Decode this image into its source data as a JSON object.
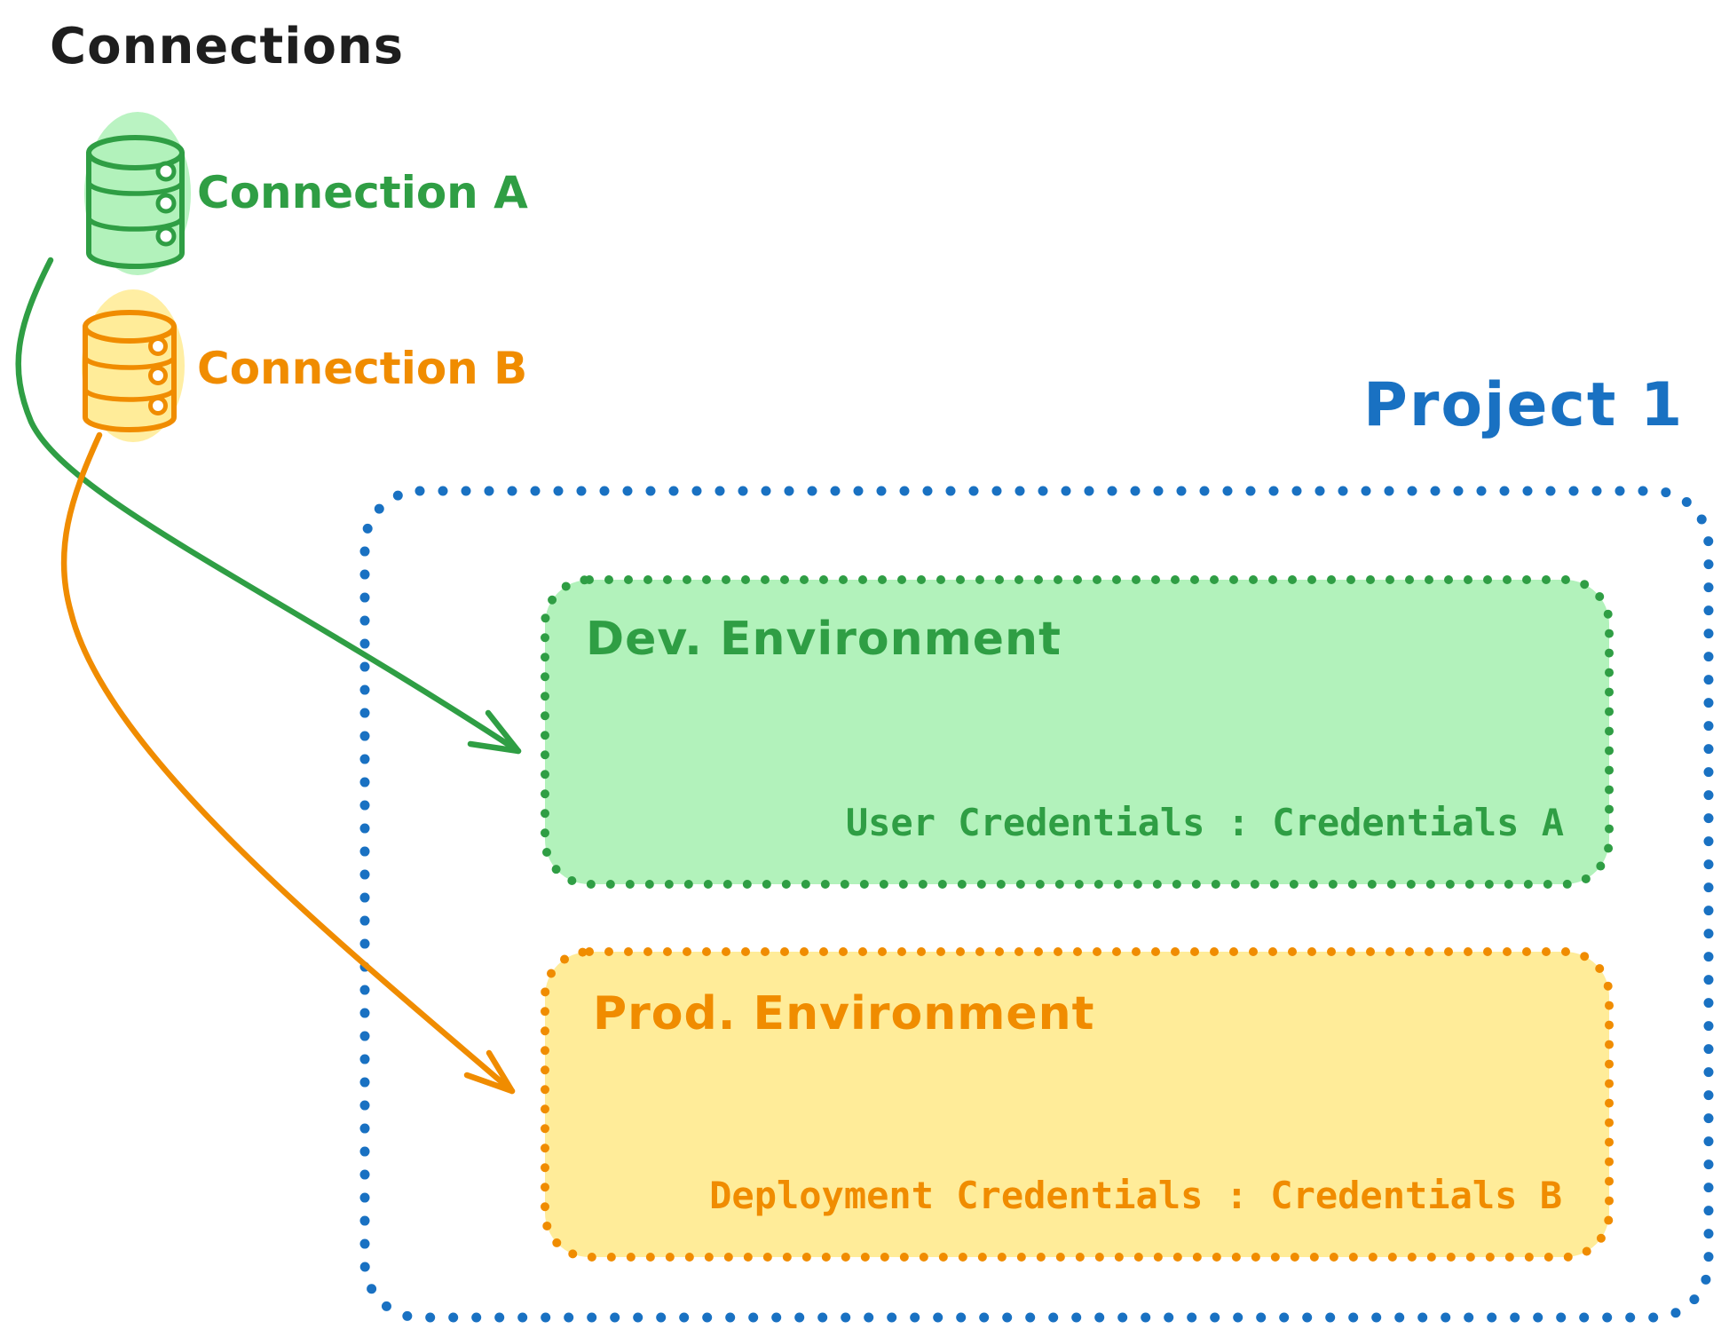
{
  "title": "Connections",
  "colors": {
    "green_stroke": "#2f9e44",
    "green_fill": "#b2f2bb",
    "orange_stroke": "#f08c00",
    "orange_fill": "#ffec99",
    "blue_stroke": "#1971c2",
    "black_text": "#1e1e1e"
  },
  "connections": [
    {
      "label": "Connection A",
      "icon": "database-icon",
      "color": "#2f9e44"
    },
    {
      "label": "Connection B",
      "icon": "database-icon",
      "color": "#f08c00"
    }
  ],
  "project": {
    "label": "Project 1",
    "environments": [
      {
        "name": "Dev. Environment",
        "credentials": "User Credentials : Credentials A",
        "color": "#2f9e44"
      },
      {
        "name": "Prod. Environment",
        "credentials": "Deployment Credentials : Credentials B",
        "color": "#f08c00"
      }
    ]
  }
}
